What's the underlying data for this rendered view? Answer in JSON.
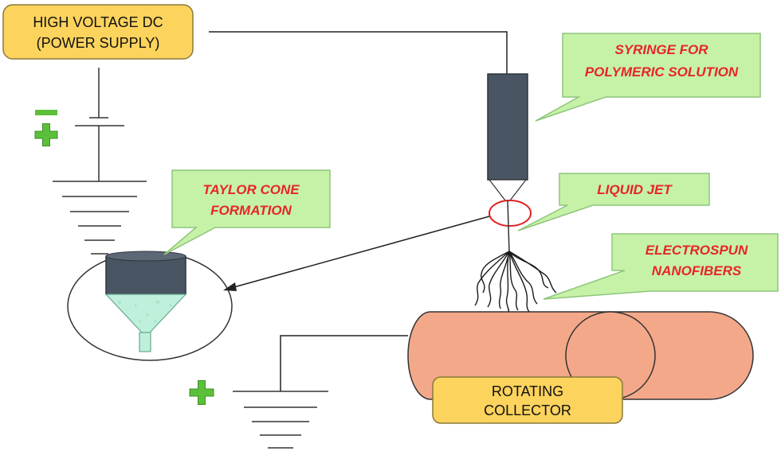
{
  "power_supply": {
    "line1": "HIGH VOLTAGE DC",
    "line2": "(POWER SUPPLY)"
  },
  "collector": {
    "line1": "ROTATING",
    "line2": "COLLECTOR"
  },
  "callouts": {
    "syringe": {
      "line1": "SYRINGE FOR",
      "line2": "POLYMERIC SOLUTION"
    },
    "liquid_jet": {
      "line1": "LIQUID JET"
    },
    "taylor_cone": {
      "line1": "TAYLOR CONE",
      "line2": "FORMATION"
    },
    "nanofibers": {
      "line1": "ELECTROSPUN",
      "line2": "NANOFIBERS"
    }
  },
  "polarity": {
    "minus": "−",
    "plus": "+"
  },
  "colors": {
    "label_box": "#fcd35c",
    "callout_fill": "#c6f2a8",
    "callout_text": "#e8242b",
    "syringe_body": "#4a5563",
    "collector_fill": "#f4a88a",
    "solution": "#bff0dc",
    "polarity_green": "#5cbf3a"
  }
}
